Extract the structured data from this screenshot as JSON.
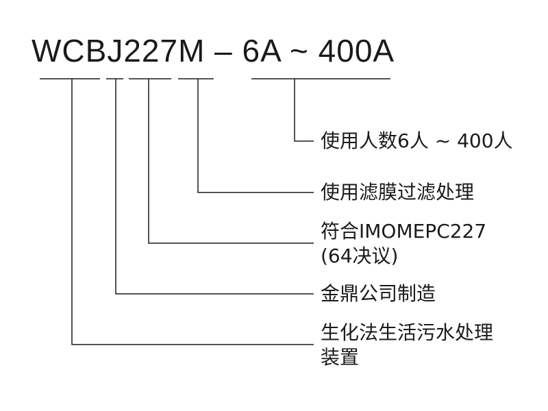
{
  "model_code": "WCBJ227M – 6A ~ 400A",
  "descriptions": [
    {
      "id": "capacity",
      "lines": [
        "使用人数6人 ~ 400人"
      ]
    },
    {
      "id": "filtration",
      "lines": [
        "使用滤膜过滤处理"
      ]
    },
    {
      "id": "standard",
      "lines": [
        "符合IMOMEPC227",
        "(64决议)"
      ]
    },
    {
      "id": "manufacturer",
      "lines": [
        "金鼎公司制造"
      ]
    },
    {
      "id": "device",
      "lines": [
        "生化法生活污水处理",
        "装置"
      ]
    }
  ]
}
